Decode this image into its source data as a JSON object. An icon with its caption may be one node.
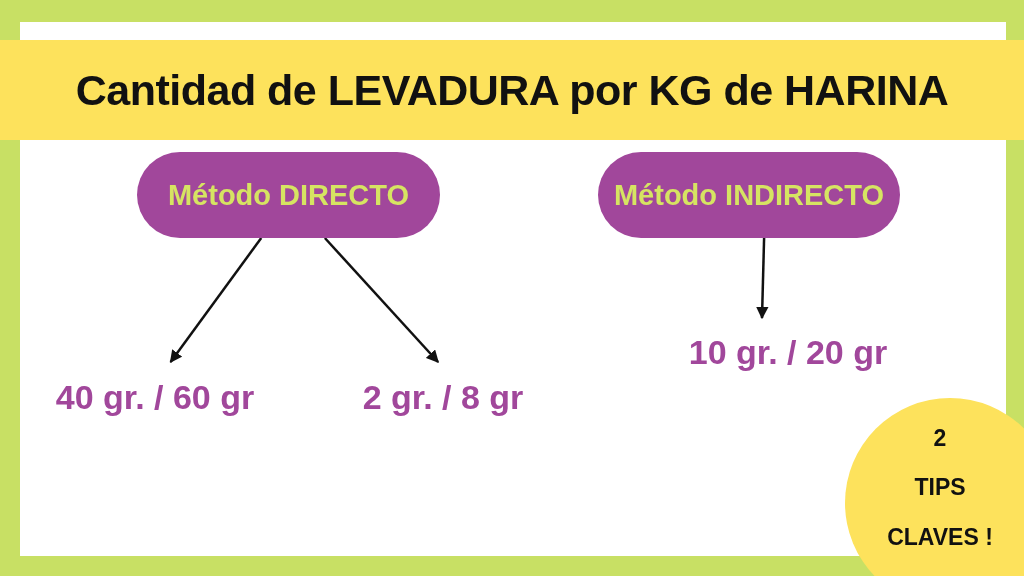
{
  "diagram": {
    "title": "Cantidad de LEVADURA por KG de HARINA",
    "nodes": [
      {
        "text": [
          "Método DIRECTO"
        ]
      },
      {
        "text": [
          "Método INDIRECTO"
        ]
      },
      {
        "text": [
          "40 gr. / 60 gr"
        ]
      },
      {
        "text": [
          "2 gr. / 8 gr"
        ]
      },
      {
        "text": [
          "10 gr. / 20 gr"
        ]
      },
      {
        "text": [
          "2",
          "TIPS",
          "CLAVES !"
        ]
      }
    ],
    "edges": [
      {
        "from": 0,
        "to": 2,
        "arrow": "to"
      },
      {
        "from": 0,
        "to": 3,
        "arrow": "to"
      },
      {
        "from": 1,
        "to": 4,
        "arrow": "to"
      }
    ]
  }
}
